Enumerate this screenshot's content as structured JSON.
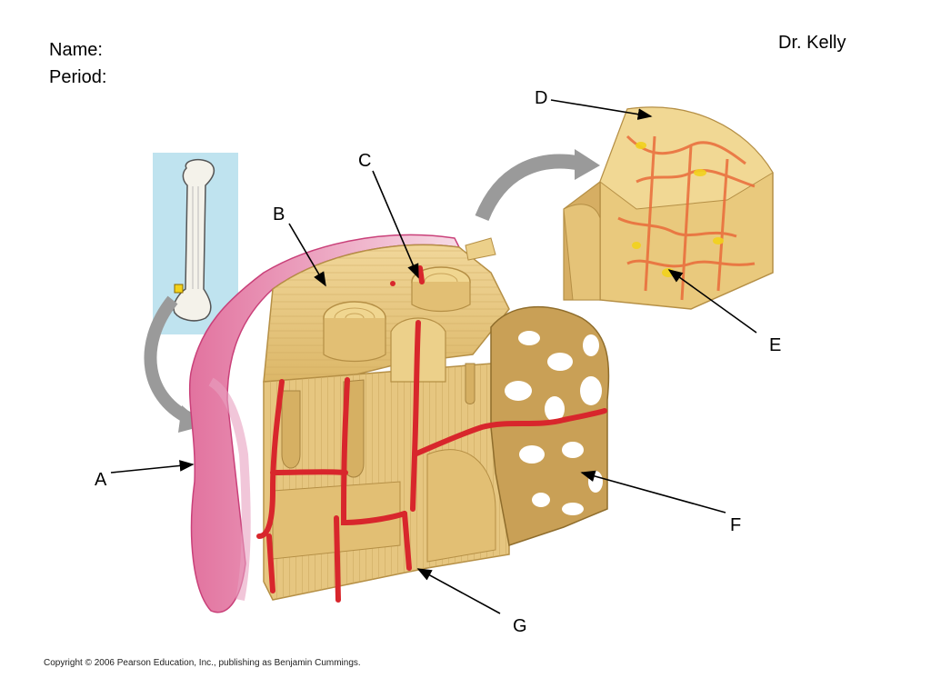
{
  "header": {
    "name_label": "Name:",
    "period_label": "Period:",
    "teacher": "Dr. Kelly"
  },
  "labels": {
    "a": "A",
    "b": "B",
    "c": "C",
    "d": "D",
    "e": "E",
    "f": "F",
    "g": "G"
  },
  "footer": {
    "copyright": "Copyright © 2006 Pearson Education, Inc., publishing as Benjamin Cummings."
  },
  "colors": {
    "bone": "#e8c97e",
    "bone_dark": "#c9a45a",
    "periosteum": "#d9578c",
    "vessel": "#d8262c",
    "inset_bg": "#bfe3ef",
    "arrow_gray": "#9a9a9a"
  }
}
